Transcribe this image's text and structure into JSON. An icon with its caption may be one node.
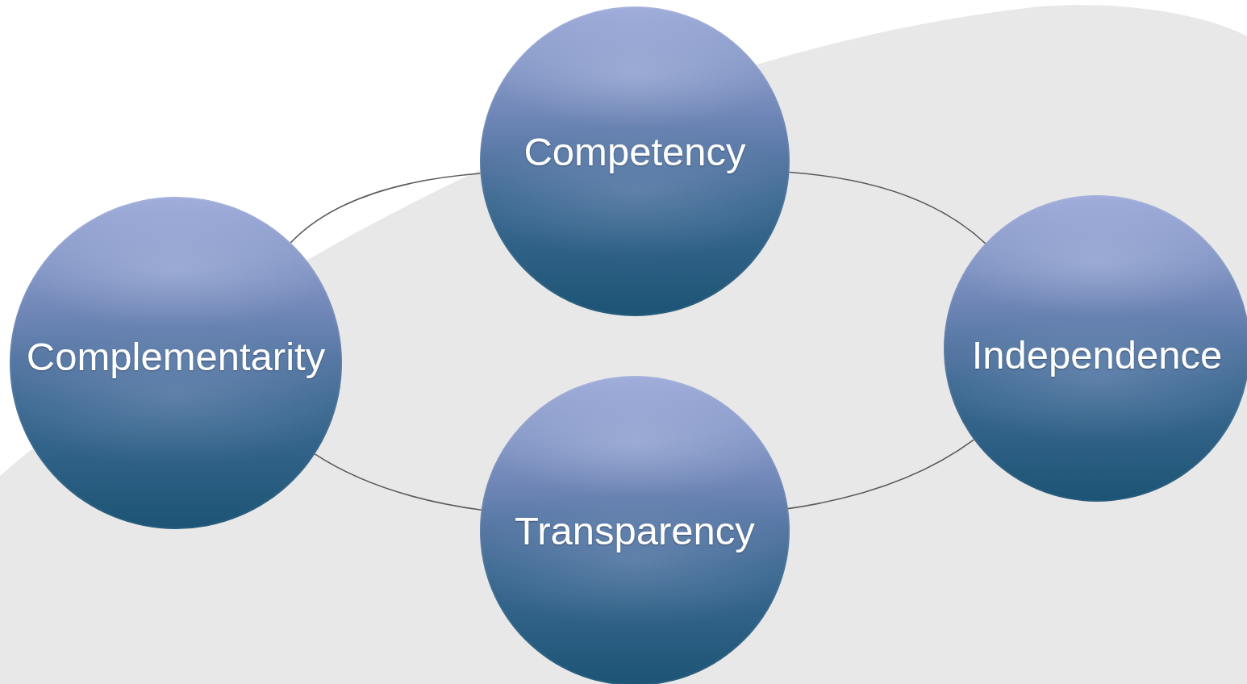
{
  "diagram": {
    "nodes": [
      {
        "text": [
          "Competency"
        ]
      },
      {
        "text": [
          "Complementarity"
        ]
      },
      {
        "text": [
          "Independence"
        ]
      },
      {
        "text": [
          "Transparency"
        ]
      }
    ],
    "edges": [
      {
        "from": 0,
        "to": 2,
        "arrow": "none"
      },
      {
        "from": 2,
        "to": 3,
        "arrow": "none"
      },
      {
        "from": 3,
        "to": 1,
        "arrow": "none"
      },
      {
        "from": 1,
        "to": 0,
        "arrow": "none"
      }
    ]
  }
}
